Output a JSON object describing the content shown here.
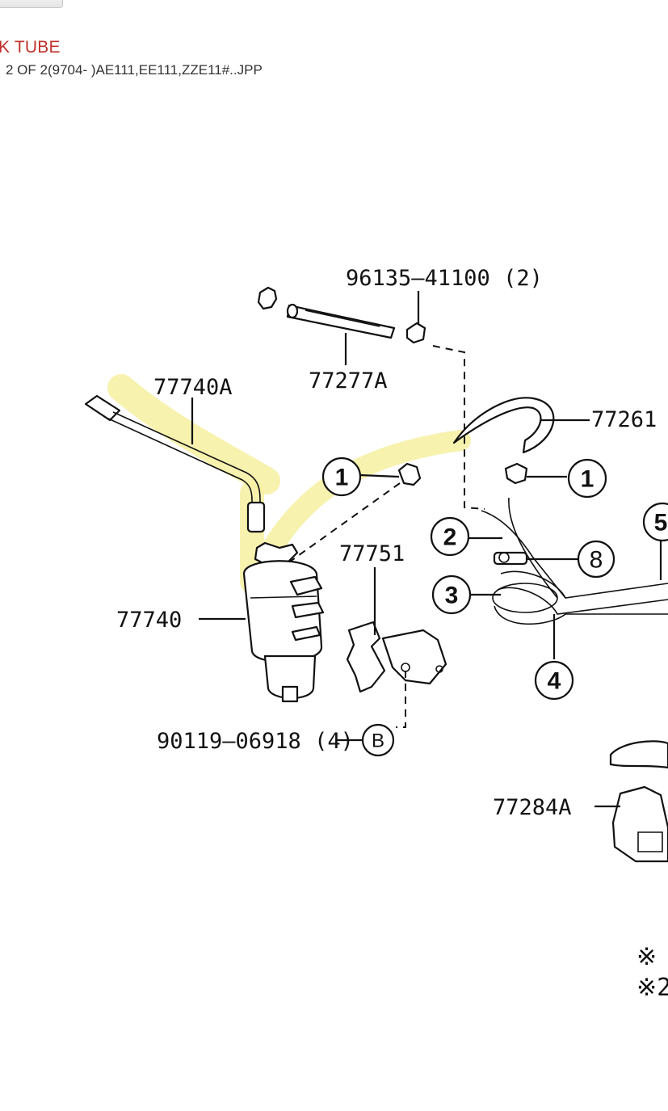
{
  "header": {
    "title": "K TUBE",
    "subtitle": "2 OF 2(9704- )AE111,EE111,ZZE11#..JPP"
  },
  "colors": {
    "title": "#c0322b",
    "highlight": "#f7f1a6",
    "ink": "#111111"
  },
  "diagram": {
    "labels": {
      "p96135": "96135–41100 (2)",
      "p77277A": "77277A",
      "p77740A": "77740A",
      "p77261": "77261",
      "p77751": "77751",
      "p77740": "77740",
      "p90119": "90119–06918 (4)",
      "p77284A": "77284A"
    },
    "callouts": {
      "c1a": "1",
      "c1b": "1",
      "c2": "2",
      "c3": "3",
      "c4": "4",
      "c5": "5",
      "c8": "8",
      "cB": "B"
    },
    "notes": {
      "n1": "※",
      "n2": "※2"
    }
  }
}
